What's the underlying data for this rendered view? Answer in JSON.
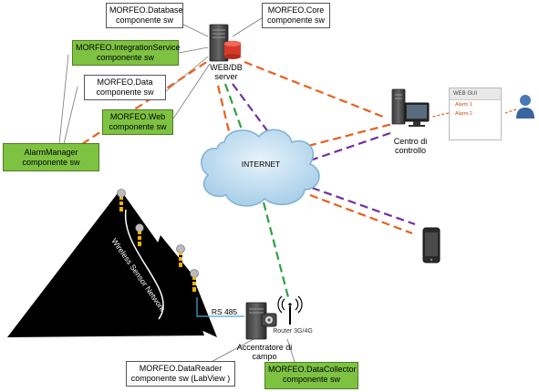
{
  "boxes": {
    "database": {
      "line1": "MORFEO.Database",
      "line2": "componente sw"
    },
    "core": {
      "line1": "MORFEO.Core",
      "line2": "componente sw"
    },
    "integration": {
      "line1": "MORFEO.IntegrationService",
      "line2": "componente sw"
    },
    "data": {
      "line1": "MORFEO.Data",
      "line2": "componente sw"
    },
    "web": {
      "line1": "MORFEO.Web",
      "line2": "componente sw"
    },
    "alarm": {
      "line1": "AlarmManager",
      "line2": "componente sw"
    },
    "datareader": {
      "line1": "MORFEO.DataReader",
      "line2": "componente sw (LabView )"
    },
    "datacollector": {
      "line1": "MORFEO.DataCollector",
      "line2": "componente sw"
    }
  },
  "labels": {
    "webdb_line1": "WEB/DB",
    "webdb_line2": "server",
    "internet": "INTERNET",
    "centro_line1": "Centro di",
    "centro_line2": "controllo",
    "wsn": "Wireless Sensor Network",
    "rs485": "RS 485",
    "router": "Router 3G/4G",
    "accentratore_line1": "Accentratore di",
    "accentratore_line2": "campo"
  },
  "webgui": {
    "title": "WEB GUI",
    "rows": [
      "Alarm 1",
      "Alarm 2"
    ]
  },
  "colors": {
    "green_box": "#7ec242",
    "orange_link": "#e8601c",
    "purple_link": "#7030a0",
    "green_link": "#2ea043",
    "cloud": "#b8d8ee",
    "rs485_line": "#4aa8d8"
  }
}
